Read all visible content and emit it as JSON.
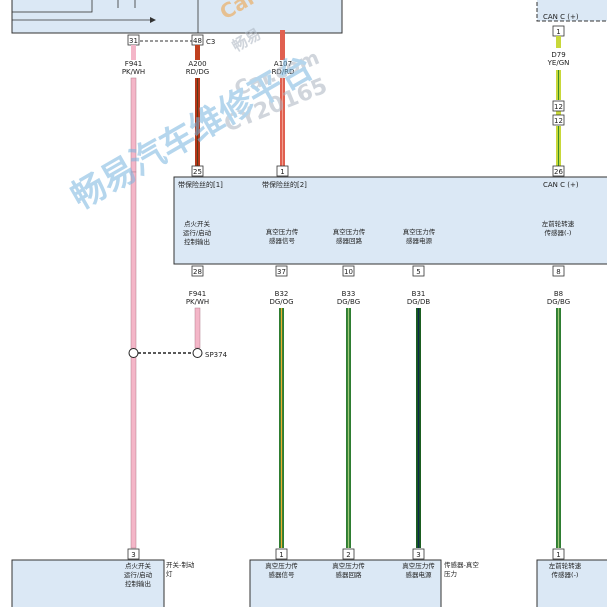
{
  "top_connector_pins": {
    "pin_31": "31",
    "pin_48": "48",
    "connector_c3": "C3",
    "right_pin_1": "1",
    "right_label": "CAN C (+)"
  },
  "top_wires": {
    "w1_code": "F941",
    "w1_color": "PK/WH",
    "w2_code": "A200",
    "w2_color": "RD/DG",
    "w3_code": "A107",
    "w3_color": "RD/RD",
    "w4_code": "D79",
    "w4_color": "YE/GN"
  },
  "splice_pins": {
    "a": "12",
    "b": "12"
  },
  "module": {
    "pin_25": "25",
    "pin_1": "1",
    "pin_26": "26",
    "label_fused_1": "带保险丝的[1]",
    "label_fused_2": "带保险丝的[2]",
    "label_can": "CAN C (+)",
    "sig_ign_l1": "点火开关",
    "sig_ign_l2": "运行/启动",
    "sig_ign_l3": "控制输出",
    "sig_vs_l1": "真空压力传",
    "sig_vs_l2": "感器信号",
    "sig_vr_l1": "真空压力传",
    "sig_vr_l2": "感器回路",
    "sig_vp_l1": "真空压力传",
    "sig_vp_l2": "感器电源",
    "sig_wheel_l1": "左前轮转速",
    "sig_wheel_l2": "传感器(-)",
    "pin_28": "28",
    "pin_37": "37",
    "pin_10": "10",
    "pin_5": "5",
    "pin_8": "8"
  },
  "bottom_wires": {
    "w1_code": "F941",
    "w1_color": "PK/WH",
    "w2_code": "B32",
    "w2_color": "DG/OG",
    "w3_code": "B33",
    "w3_color": "DG/BG",
    "w4_code": "B31",
    "w4_color": "DG/DB",
    "w5_code": "B8",
    "w5_color": "DG/BG",
    "splice": "SP374"
  },
  "bottom_components": {
    "switch_pin": "3",
    "switch_l1": "点火开关",
    "switch_l2": "运行/启动",
    "switch_l3": "控制输出",
    "switch_side_l1": "开关-制动",
    "switch_side_l2": "灯",
    "sensor_pin_1": "1",
    "sensor_pin_2": "2",
    "sensor_pin_3": "3",
    "sensor_s_l1": "真空压力传",
    "sensor_s_l2": "感器信号",
    "sensor_r_l1": "真空压力传",
    "sensor_r_l2": "感器回路",
    "sensor_p_l1": "真空压力传",
    "sensor_p_l2": "感器电源",
    "sensor_side_l1": "传感器-真空",
    "sensor_side_l2": "压力",
    "wheel_pin": "1",
    "wheel_l1": "左前轮转速",
    "wheel_l2": "传感器(-)"
  },
  "watermark": {
    "main": "畅易汽车维修平台",
    "sub1": "畅易",
    "sub2": "Car.com",
    "sub3": "CY20165",
    "logo": "Car"
  }
}
